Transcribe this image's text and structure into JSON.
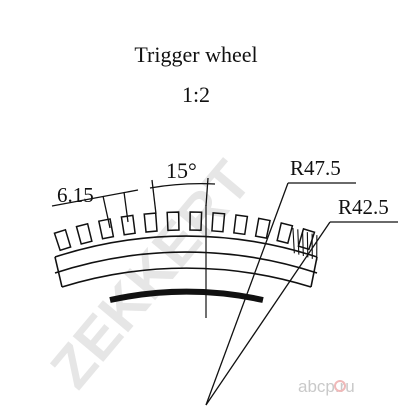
{
  "title": "Trigger wheel",
  "scale": "1:2",
  "dimensions": {
    "tooth_width": "6.15",
    "tooth_angle": "15°",
    "outer_radius": "R47.5",
    "inner_radius": "R42.5"
  },
  "watermark": {
    "brand": "ZEKKERT",
    "site": "abcp.ru",
    "colors": {
      "text": "#e6e6e6",
      "site_text": "#c9c9c9",
      "site_o": "#f0b9b9"
    }
  },
  "colors": {
    "line": "#111111",
    "background": "#ffffff"
  }
}
